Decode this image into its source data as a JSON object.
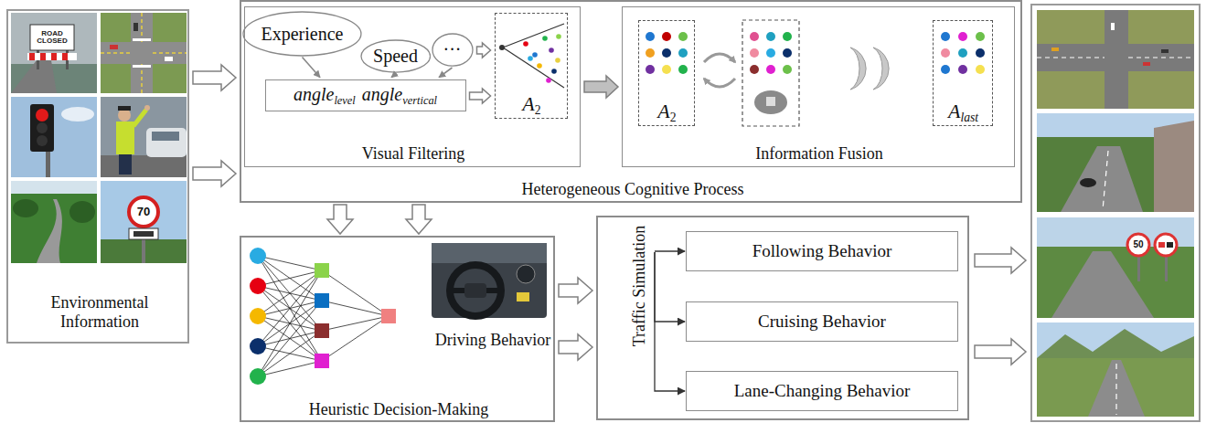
{
  "diagram": {
    "nodes": [
      {
        "text": [
          "Environmental Information"
        ]
      },
      {
        "text": [
          "Heterogeneous Cognitive Process"
        ]
      },
      {
        "text": [
          "Visual Filtering"
        ],
        "in": 1
      },
      {
        "text": [
          "Experience"
        ],
        "in": 2
      },
      {
        "text": [
          "Speed"
        ],
        "in": 2
      },
      {
        "text": [
          "···"
        ],
        "in": 2
      },
      {
        "text": [
          "angle",
          "level",
          "angle",
          "vertical"
        ],
        "in": 2
      },
      {
        "text": [
          "A",
          "2"
        ],
        "in": 2
      },
      {
        "text": [
          "Information Fusion"
        ],
        "in": 1
      },
      {
        "text": [
          "A",
          "2"
        ],
        "in": 8
      },
      {
        "text": [
          "A",
          "last"
        ],
        "in": 8
      },
      {
        "text": [
          "Heuristic Decision-Making",
          "Driving Behavior"
        ]
      },
      {
        "text": [
          "Traffic Simulation"
        ]
      },
      {
        "text": [
          "Following Behavior"
        ],
        "in": 12
      },
      {
        "text": [
          "Cruising Behavior"
        ],
        "in": 12
      },
      {
        "text": [
          "Lane-Changing Behavior"
        ],
        "in": 12
      }
    ],
    "edges": [
      {
        "from": 0,
        "to": 1,
        "arrow": "to"
      },
      {
        "from": 0,
        "to": 1,
        "arrow": "to"
      },
      {
        "from": 3,
        "to": 6,
        "arrow": "to"
      },
      {
        "from": 4,
        "to": 6,
        "arrow": "to"
      },
      {
        "from": 5,
        "to": 6,
        "arrow": "to"
      },
      {
        "from": 5,
        "to": 7,
        "arrow": "to"
      },
      {
        "from": 6,
        "to": 7,
        "arrow": "to"
      },
      {
        "from": 2,
        "to": 8,
        "arrow": "to"
      },
      {
        "from": 1,
        "to": 11,
        "arrow": "to"
      },
      {
        "from": 1,
        "to": 11,
        "arrow": "to"
      },
      {
        "from": 11,
        "to": 12,
        "arrow": "to"
      },
      {
        "from": 11,
        "to": 12,
        "arrow": "to"
      },
      {
        "from": 12,
        "to": 13,
        "arrow": "to"
      },
      {
        "from": 12,
        "to": 14,
        "arrow": "to"
      },
      {
        "from": 12,
        "to": 15,
        "arrow": "to"
      }
    ],
    "labels": [
      "ROAD CLOSED",
      "70",
      "50"
    ]
  }
}
